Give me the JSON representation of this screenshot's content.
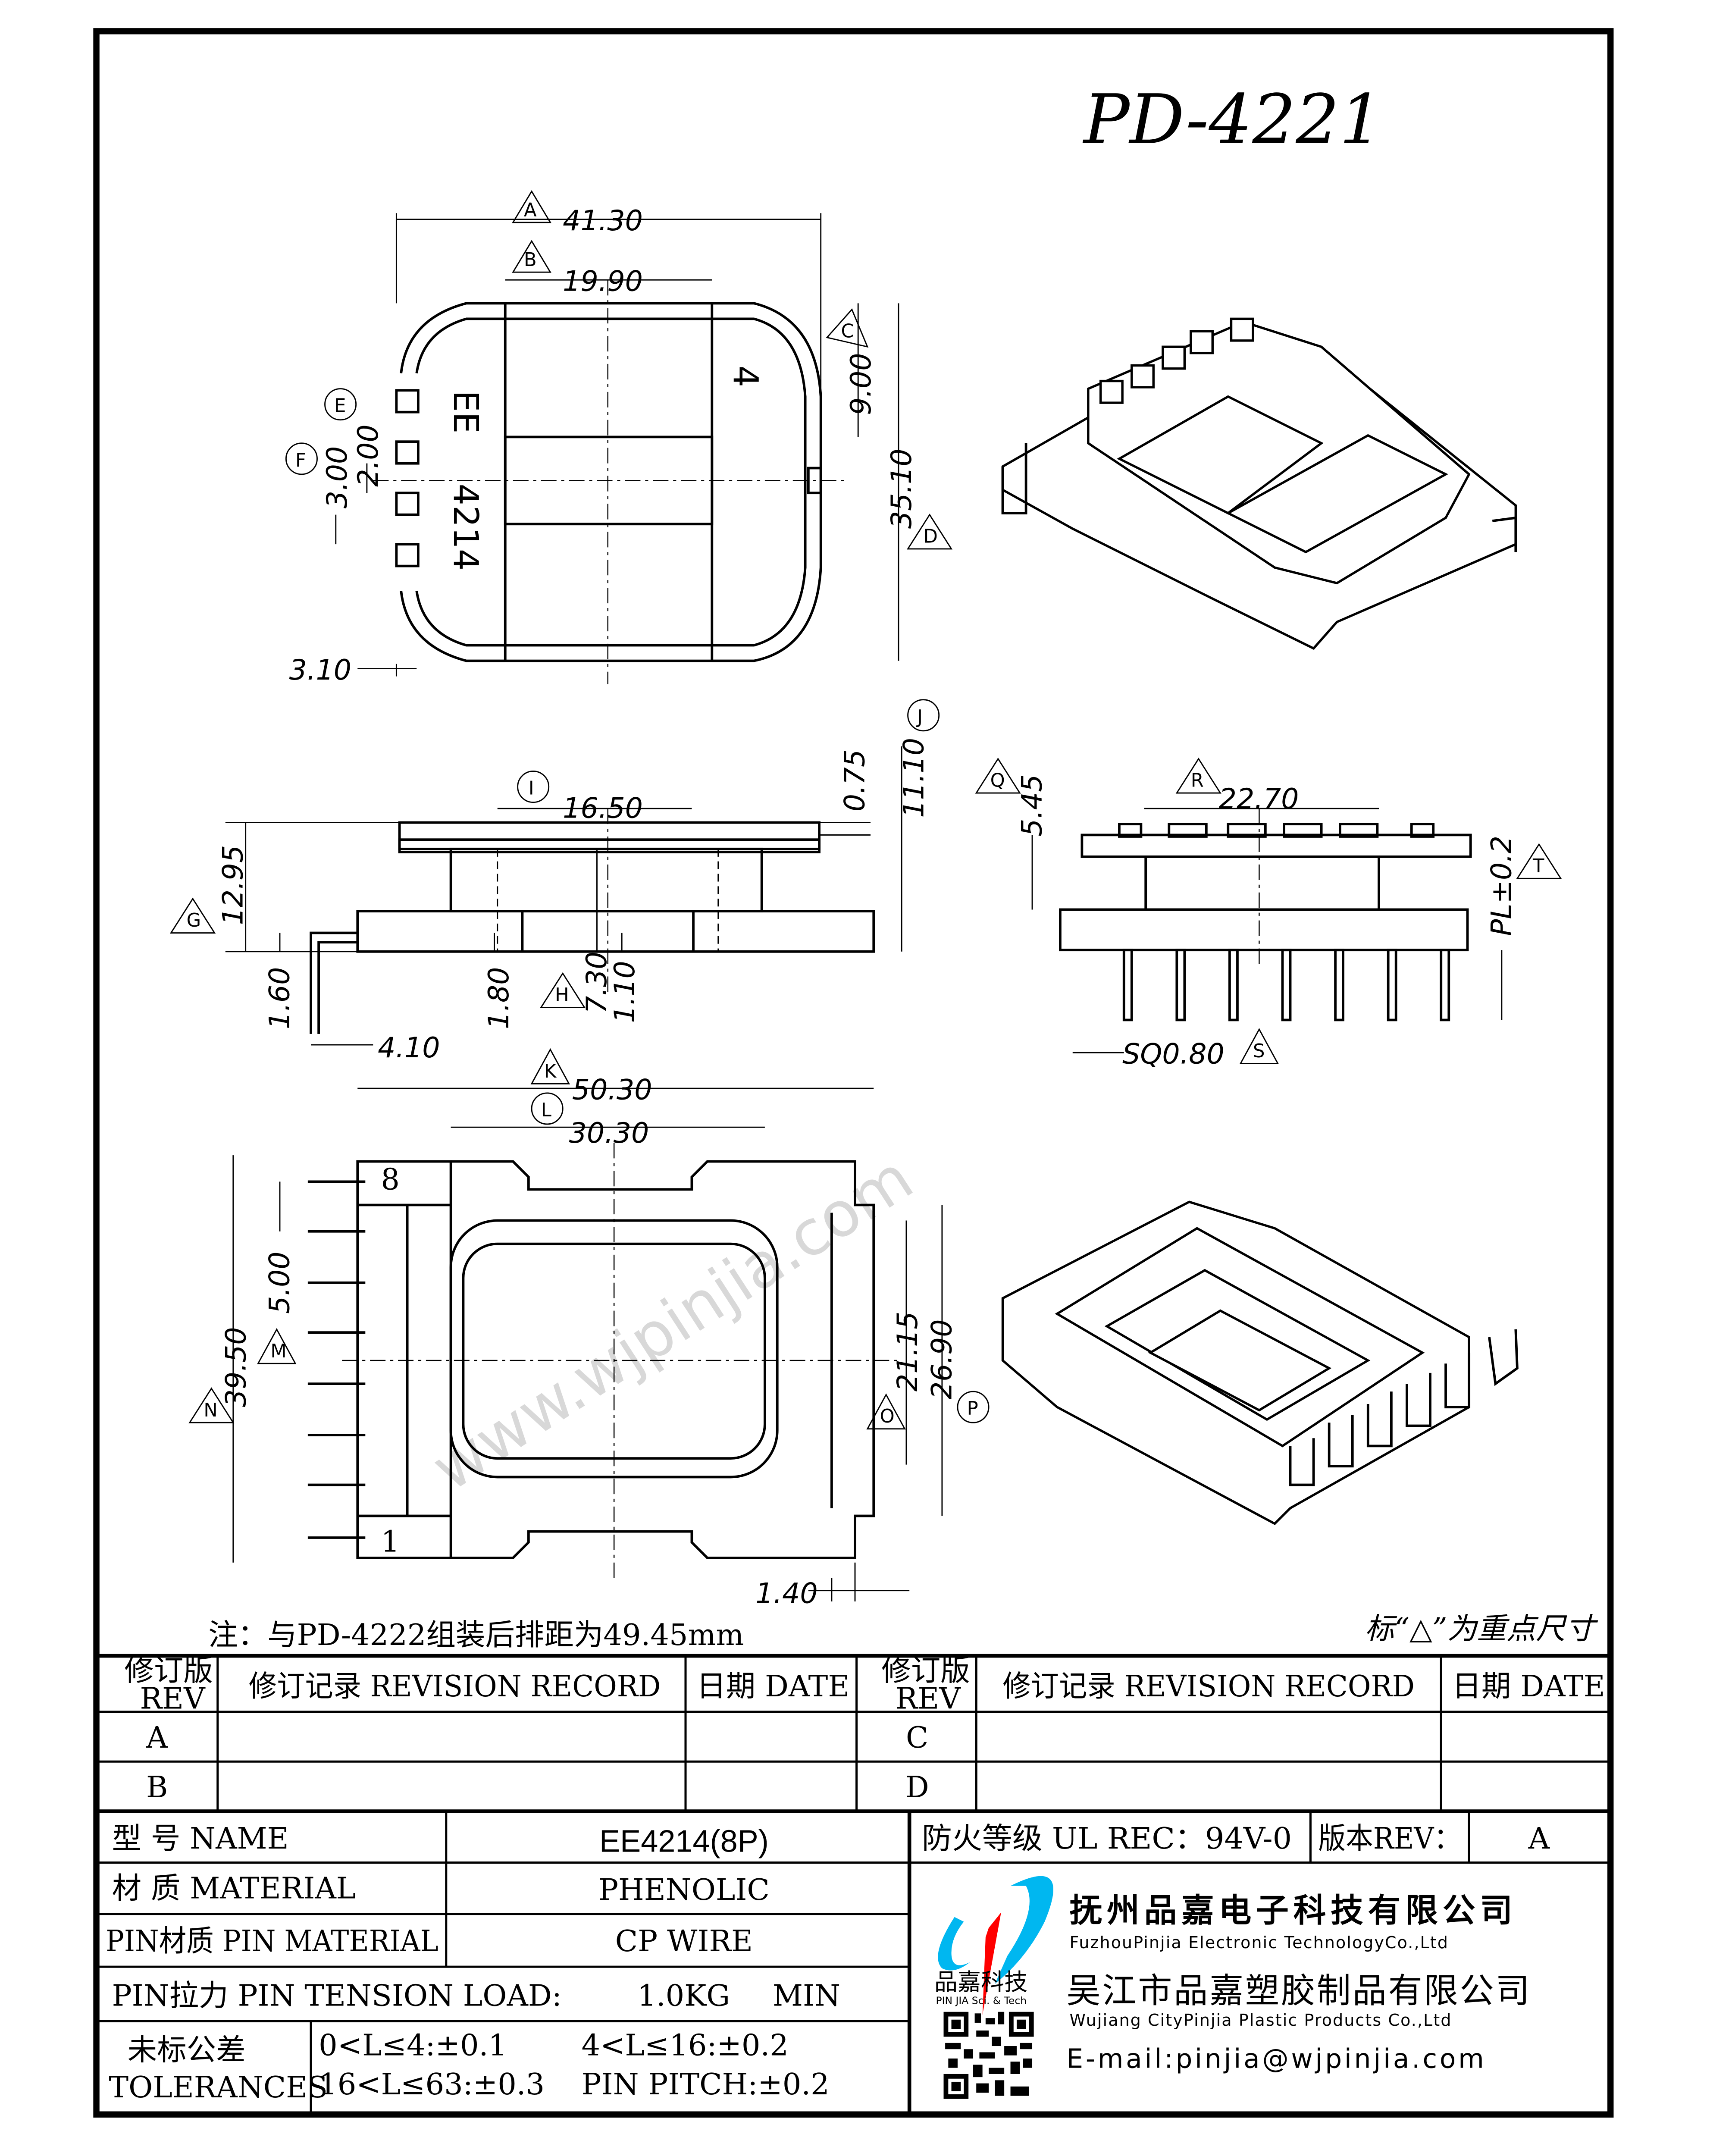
{
  "drawing": {
    "title": "PD-4221",
    "watermark": "www.wjpinjia.com",
    "part_marks": {
      "series": "EE",
      "number": "4214",
      "pin_side": "4"
    },
    "pin_numbers": {
      "first": "1",
      "last": "8"
    }
  },
  "dims": {
    "A": {
      "tag": "A",
      "value": "41.30"
    },
    "B": {
      "tag": "B",
      "value": "19.90"
    },
    "C": {
      "tag": "C",
      "value": "9.00"
    },
    "D": {
      "tag": "D",
      "value": "35.10"
    },
    "E": {
      "tag": "E",
      "value": "2.00"
    },
    "F": {
      "tag": "F",
      "value": "3.00"
    },
    "top_flange": {
      "value": "3.10"
    },
    "I": {
      "tag": "I",
      "value": "16.50"
    },
    "flange_thk": {
      "value": "0.75"
    },
    "J": {
      "tag": "J",
      "value": "11.10"
    },
    "G": {
      "tag": "G",
      "value": "12.95"
    },
    "pin_stub": {
      "value": "1.60"
    },
    "base_thk": {
      "value": "1.80"
    },
    "H": {
      "tag": "H",
      "value": "7.30"
    },
    "lip": {
      "value": "1.10"
    },
    "pin_offset": {
      "value": "4.10"
    },
    "Q": {
      "tag": "Q",
      "value": "5.45"
    },
    "R": {
      "tag": "R",
      "value": "22.70"
    },
    "T": {
      "tag": "T",
      "value": "PL±0.2"
    },
    "S": {
      "tag": "S",
      "value": "SQ0.80"
    },
    "K": {
      "tag": "K",
      "value": "50.30"
    },
    "L": {
      "tag": "L",
      "value": "30.30"
    },
    "M": {
      "tag": "M",
      "value": "5.00"
    },
    "N": {
      "tag": "N",
      "value": "39.50"
    },
    "O": {
      "tag": "O",
      "value": "21.15"
    },
    "P": {
      "tag": "P",
      "value": "26.90"
    },
    "wall": {
      "value": "1.40"
    }
  },
  "notes": {
    "assembly_note": "注：与PD-4222组装后排距为49.45mm",
    "key_dim_note": "标“△”为重点尺寸"
  },
  "revision_table": {
    "headers": {
      "rev": "修订版",
      "rev_en": "REV",
      "record": "修订记录 REVISION RECORD",
      "date": "日期 DATE"
    },
    "rows_left": [
      "A",
      "B"
    ],
    "rows_right": [
      "C",
      "D"
    ]
  },
  "title_block": {
    "name_label": "型 号 NAME",
    "name_value": "EE4214(8P)",
    "material_label": "材 质 MATERIAL",
    "material_value": "PHENOLIC",
    "pin_material_label": "PIN材质 PIN MATERIAL",
    "pin_material_value": "CP WIRE",
    "pin_tension_label": "PIN拉力 PIN TENSION LOAD:",
    "pin_tension_value": "1.0KG",
    "pin_tension_unit": "MIN",
    "tolerance_label": "未标公差",
    "tolerance_label_en": "TOLERANCES",
    "tolerances": [
      "0<L≤4:±0.1",
      "4<L≤16:±0.2",
      "16<L≤63:±0.3",
      "PIN PITCH:±0.2"
    ],
    "fire_rating": "防火等级 UL REC：94V-0",
    "rev_label": "版本REV：",
    "rev_value": "A"
  },
  "company": {
    "logo_cn": "品嘉科技",
    "logo_en": "PIN JIA Sci. & Tech",
    "name1_cn": "抚州品嘉电子科技有限公司",
    "name1_en": "FuzhouPinjia Electronic TechnologyCo.,Ltd",
    "name2_cn": "吴江市品嘉塑胶制品有限公司",
    "name2_en": "Wujiang CityPinjia  Plastic Products Co.,Ltd",
    "email": "E-mail:pinjia@wjpinjia.com",
    "colors": {
      "logo_blue": "#00b7f0",
      "logo_red": "#ff0000"
    }
  }
}
